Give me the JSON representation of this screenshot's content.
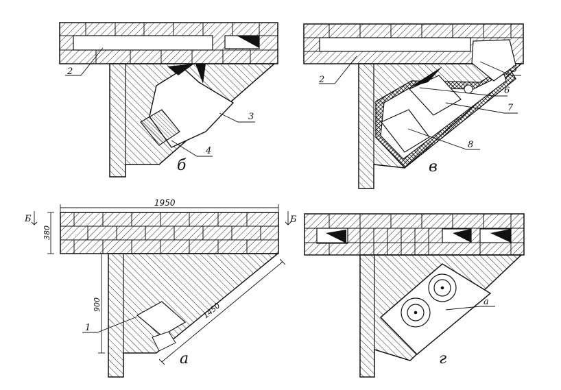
{
  "figures": {
    "a": {
      "letter": "а",
      "dimensions": {
        "width": "1950",
        "height": "380",
        "leg": "900",
        "diagonal": "1450"
      },
      "callouts": [
        "1"
      ],
      "section_marks": [
        "Б",
        "Б"
      ]
    },
    "b": {
      "letter": "б",
      "callouts": [
        "2",
        "3",
        "4"
      ]
    },
    "v": {
      "letter": "в",
      "callouts": [
        "2",
        "5",
        "6",
        "7",
        "8"
      ]
    },
    "g": {
      "letter": "г",
      "callouts": [
        "а"
      ]
    }
  },
  "colors": {
    "ink": "#111111",
    "paper": "#ffffff"
  }
}
